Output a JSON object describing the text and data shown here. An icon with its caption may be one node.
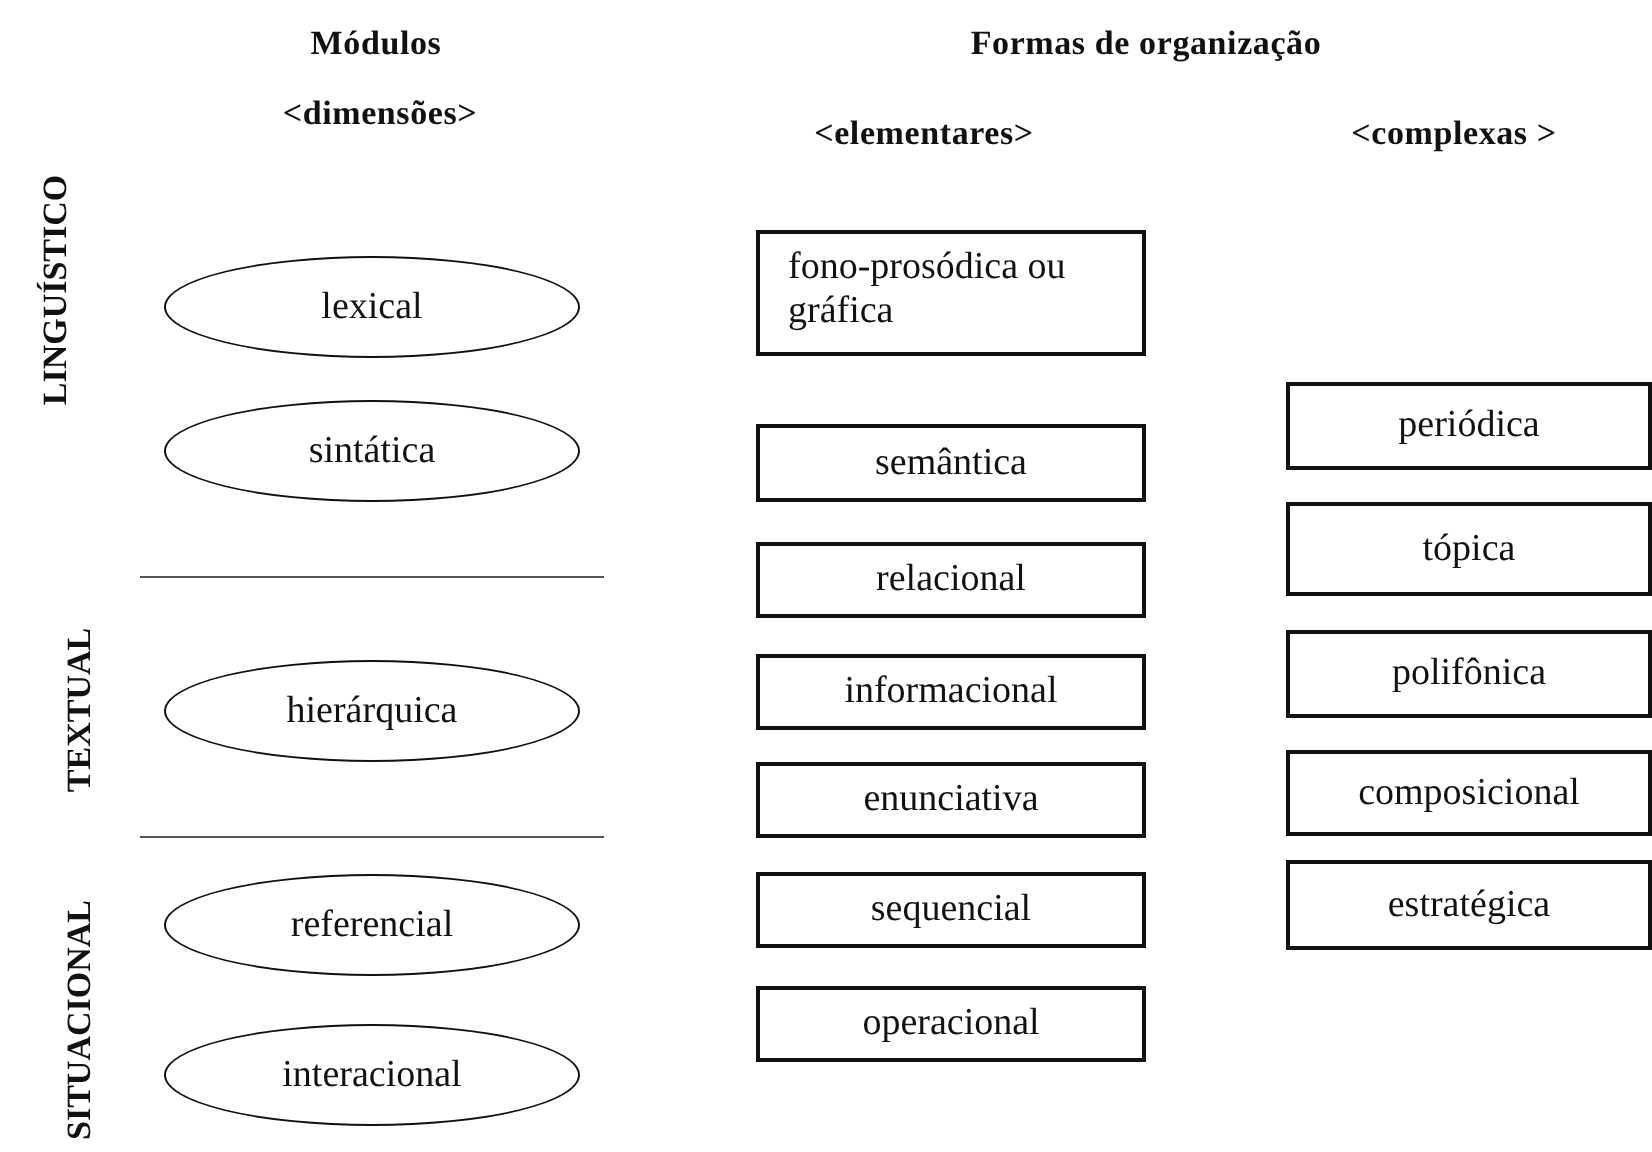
{
  "diagram": {
    "nodes": [
      {
        "text": [
          "lexical"
        ]
      },
      {
        "text": [
          "sintática"
        ]
      },
      {
        "text": [
          "hierárquica"
        ]
      },
      {
        "text": [
          "referencial"
        ]
      },
      {
        "text": [
          "interacional"
        ]
      },
      {
        "text": [
          "fono-prosódica ou gráfica"
        ]
      },
      {
        "text": [
          "semântica"
        ]
      },
      {
        "text": [
          "relacional"
        ]
      },
      {
        "text": [
          "informacional"
        ]
      },
      {
        "text": [
          "enunciativa"
        ]
      },
      {
        "text": [
          "sequencial"
        ]
      },
      {
        "text": [
          "operacional"
        ]
      },
      {
        "text": [
          "periódica"
        ]
      },
      {
        "text": [
          "tópica"
        ]
      },
      {
        "text": [
          "polifônica"
        ]
      },
      {
        "text": [
          "composicional"
        ]
      },
      {
        "text": [
          "estratégica"
        ]
      }
    ],
    "labels": [
      "Módulos",
      "Formas de organização",
      "<dimensões>",
      "<elementares>",
      "<complexas >",
      "LINGUÍSTICO",
      "TEXTUAL",
      "SITUACIONAL"
    ]
  }
}
